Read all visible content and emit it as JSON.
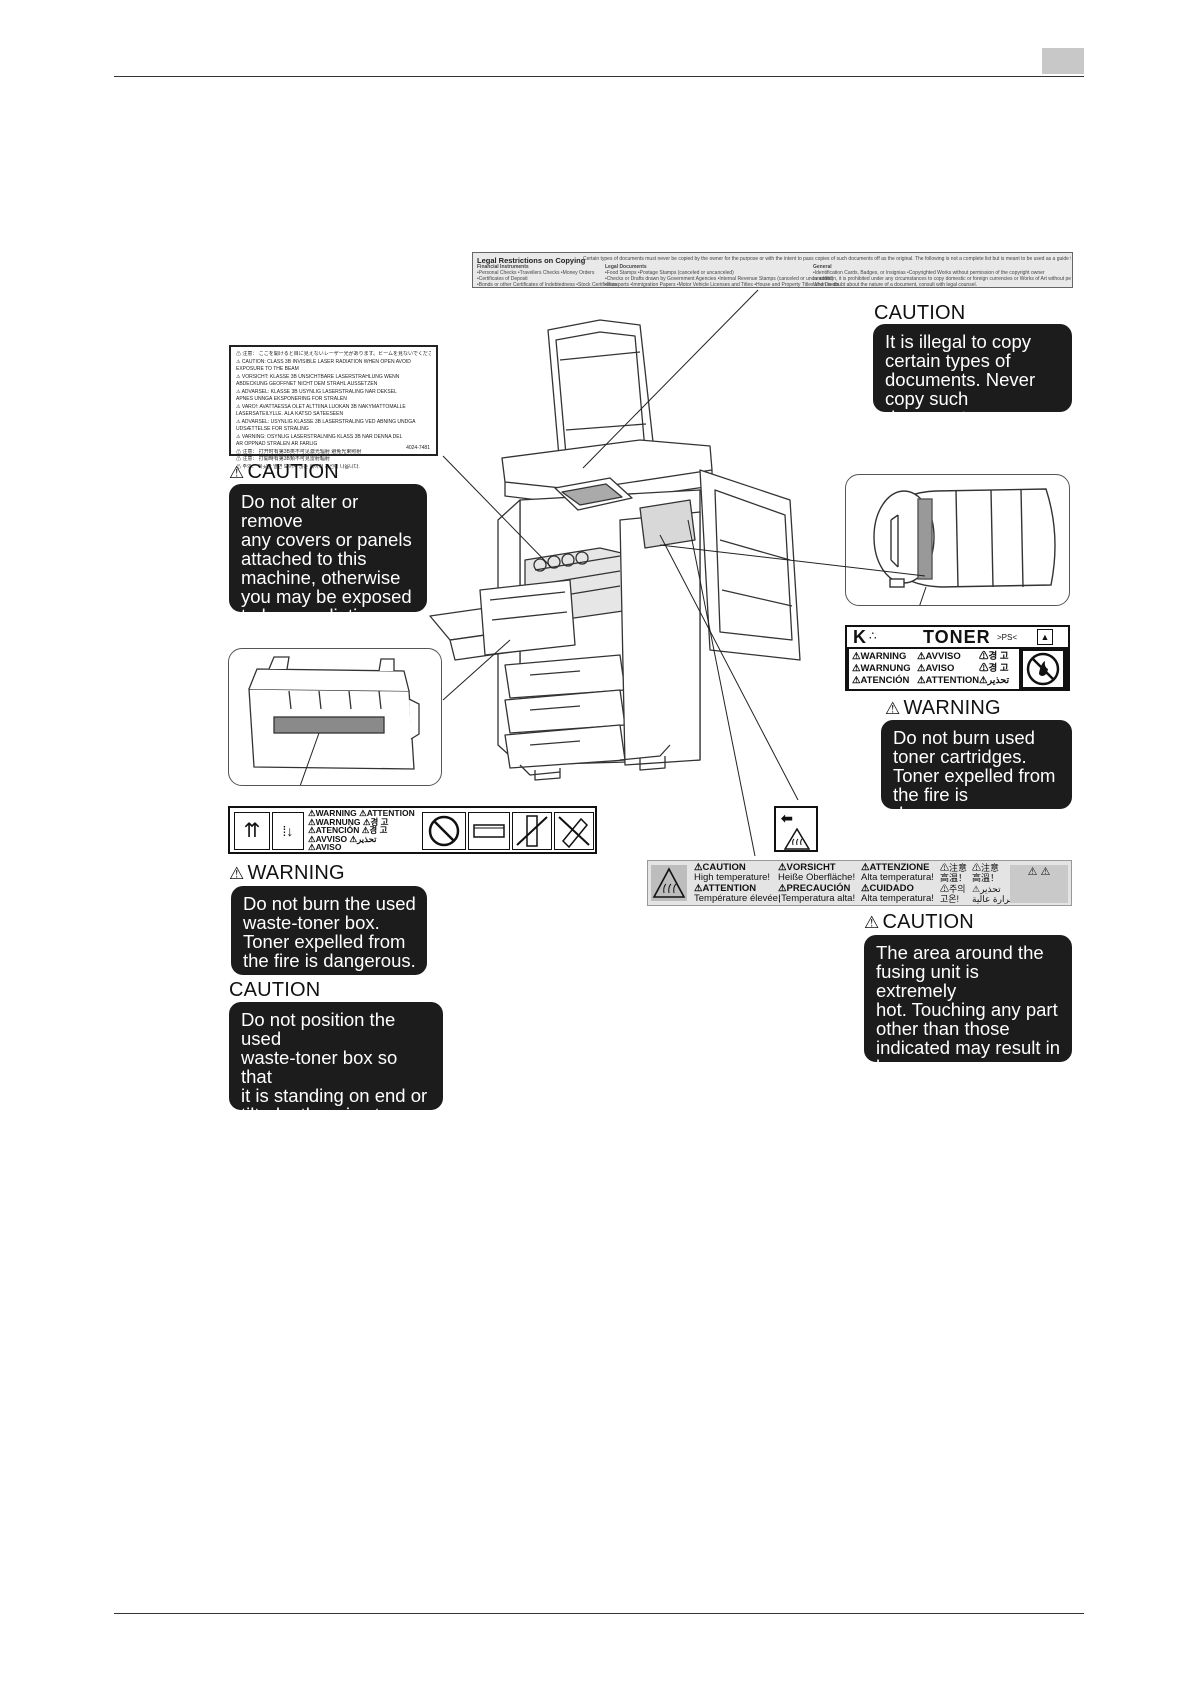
{
  "page": {
    "tab_color": "#c8c8c8"
  },
  "copy_label": {
    "title": "Legal Restrictions on Copying",
    "intro": "Certain types of documents must never be copied by the owner for the purpose or with the intent to pass copies of such documents off as the original. The following is not a complete list but is meant to be used as a guide to responsible copying.",
    "col1_head": "Financial Instruments",
    "col1_lines": [
      "•Personal Checks  •Travellers Checks  •Money Orders",
      "•Certificates of Deposit",
      "•Bonds or other Certificates of Indebtedness  •Stock Certificates"
    ],
    "col2_head": "Legal Documents",
    "col2_lines": [
      "•Food Stamps  •Postage Stamps (canceled or uncanceled)",
      "•Checks or Drafts drawn by Government Agencies  •Internal Revenue Stamps (canceled or uncanceled)",
      "•Passports  •Immigration Papers  •Motor Vehicle Licenses and Titles  •House and Property Titles and Deeds"
    ],
    "col3_head": "General",
    "col3_lines": [
      "•Identification Cards, Badges, or Insignias  •Copyrighted Works without permission of the copyright owner",
      "In addition, it is prohibited under any circumstances to copy domestic or foreign currencies or Works of Art without permission of the copyright owner.",
      "When in doubt about the nature of a document, consult with legal counsel."
    ]
  },
  "caution_copy": {
    "heading": "CAUTION",
    "message": "It is illegal to copy\ncertain types of\ndocuments. Never\ncopy such documents."
  },
  "laser_label": {
    "lines": [
      "⚠ 注意：  ここを開けると目に見えないレーザー光があります。ビームを見ないでください。",
      "⚠ CAUTION:  CLASS 3B INVISIBLE LASER RADIATION WHEN OPEN AVOID",
      "                  EXPOSURE TO THE BEAM",
      "⚠ VORSICHT:  KLASSE 3B UNSICHTBARE LASERSTRAHLUNG WENN",
      "                  ABDECKUNG GEÖFFNET NICHT DEM STRAHL AUSSETZEN",
      "⚠ ADVARSEL:  KLASSE 3B USYNLIG LASERSTRÅLING NÅR DEKSEL",
      "                  ÅPNES UNNGÅ EKSPONERING FOR STRÅLEN",
      "⚠ VARO!:  AVATTAESSA OLET ALTTIINA LUOKAN 3B NÄKYMÄTTÖMÄLLE",
      "                  LASERSÄTEILYLLE. ÄLÄ KATSO SÄTEESEEN",
      "⚠ ADVARSEL:  USYNLIG KLASSE 3B LASERSTRÅLING VED ÅBNING UNDGÅ",
      "                  UDSÆTTELSE FOR STRÅLING",
      "⚠ VARNING:  OSYNLIG LASERSTRÅLNING KLASS 3B NÄR DENNA DEL",
      "                  ÄR ÖPPNAD STRÅLEN ÄR FARLIG",
      "⚠ 注意：  打开时有第3B类不可见激光辐射  避免光束照射",
      "⚠ 注意：  打開時有第3B類不可見雷射輻射",
      "⚠ 주의：  이곳을 열면 보이지 않는 레이저 광선이 나옵니다."
    ],
    "code": "4024-7481"
  },
  "caution_laser": {
    "heading": "CAUTION",
    "message": "Do not alter or remove\nany covers or panels\nattached to this\nmachine, otherwise\nyou may be exposed\nto laser radiation."
  },
  "toner_label": {
    "k": "K",
    "title": "TONER",
    "ps": ">PS<",
    "rows": [
      [
        "⚠WARNING",
        "⚠AVVISO",
        "⚠경 고"
      ],
      [
        "⚠WARNUNG",
        "⚠AVISO",
        "⚠경 고"
      ],
      [
        "⚠ATENCIÓN",
        "⚠ATTENTION",
        "⚠تحذير"
      ]
    ]
  },
  "warning_toner": {
    "heading": "WARNING",
    "message": "Do not burn used\ntoner cartridges.\nToner expelled from\nthe fire is dangerous."
  },
  "waste_label": {
    "rows": [
      [
        "⚠WARNING",
        "⚠ATTENTION"
      ],
      [
        "⚠WARNUNG",
        "⚠경 고"
      ],
      [
        "⚠ATENCIÓN",
        "⚠경 고"
      ],
      [
        "⚠AVVISO",
        "⚠تحذير"
      ],
      [
        "⚠AVISO",
        ""
      ]
    ]
  },
  "warning_waste": {
    "heading": "WARNING",
    "message": "Do not burn the used\nwaste-toner box.\nToner expelled from\nthe fire is dangerous."
  },
  "caution_waste": {
    "heading": "CAUTION",
    "message": "Do not position the used\nwaste-toner box so that\nit is standing on end or\ntilted, otherwise toner\nmay spill."
  },
  "fuser_label": {
    "cells": [
      {
        "head": "⚠CAUTION",
        "text": "High temperature!"
      },
      {
        "head": "⚠VORSICHT",
        "text": "Heiße Oberfläche!"
      },
      {
        "head": "⚠ATTENZIONE",
        "text": "Alta temperatura!"
      },
      {
        "head": "⚠ATTENTION",
        "text": "Température élevée!"
      },
      {
        "head": "⚠PRECAUCIÓN",
        "text": "¡Temperatura alta!"
      },
      {
        "head": "⚠CUIDADO",
        "text": "Alta temperatura!"
      }
    ],
    "asian": [
      "⚠注意",
      "高温！",
      "⚠注意",
      "高溫！",
      "⚠주의",
      "고온!",
      "⚠تحذير",
      "حرارة عالية"
    ]
  },
  "caution_fuser": {
    "heading": "CAUTION",
    "message": "The area around the\nfusing unit is extremely\nhot. Touching any part\nother than those\nindicated may result in\nburns."
  }
}
